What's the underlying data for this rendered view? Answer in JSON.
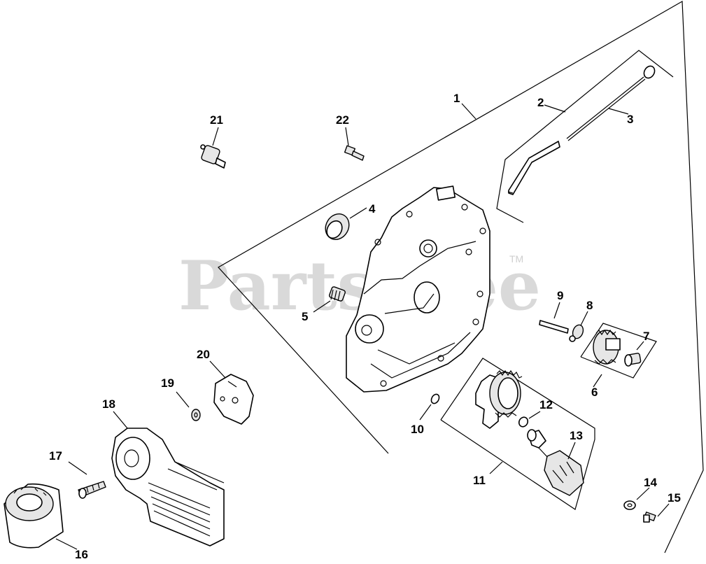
{
  "watermark": {
    "text": "PartsTree",
    "trademark": "TM"
  },
  "callouts": [
    "1",
    "2",
    "3",
    "4",
    "5",
    "6",
    "7",
    "8",
    "9",
    "10",
    "11",
    "12",
    "13",
    "14",
    "15",
    "16",
    "17",
    "18",
    "19",
    "20",
    "21",
    "22"
  ]
}
